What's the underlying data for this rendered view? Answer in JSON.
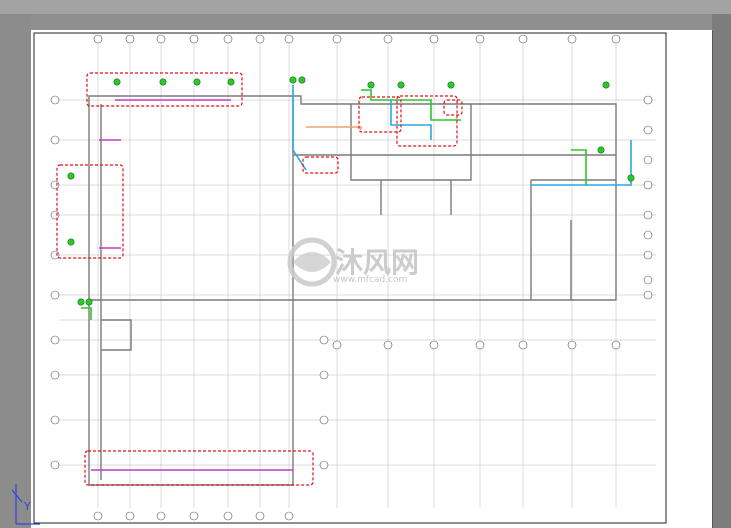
{
  "watermark": {
    "brand_text": "沐风网",
    "url_text": "www.mfcad.com"
  },
  "colors": {
    "background": "#8f8f8f",
    "paper": "#ffffff",
    "linework": "#6f6f6f",
    "highlight_box": "#e0101a",
    "pipe_cyan": "#29a9e0",
    "pipe_green": "#2ec52e",
    "pipe_magenta": "#c43cc4",
    "pipe_orange": "#f0a070",
    "watermark": "#c6c6c6"
  },
  "ucs_icon": {
    "axis_label": "Y"
  }
}
